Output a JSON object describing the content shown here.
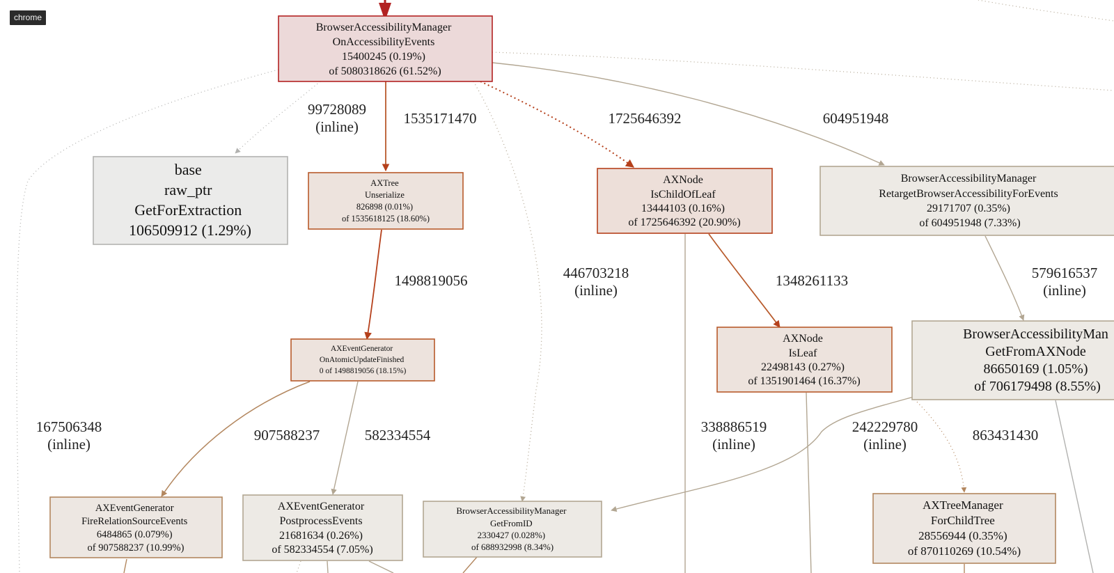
{
  "profile_tag": "chrome",
  "nodes": [
    {
      "id": "bam_onax",
      "lines": [
        "BrowserAccessibilityManager",
        "OnAccessibilityEvents",
        "15400245 (0.19%)",
        "of 5080318626 (61.52%)"
      ],
      "fill": "#ecd9d9",
      "stroke": "#b22222"
    },
    {
      "id": "base_raw_ptr",
      "lines": [
        "base",
        "raw_ptr",
        "GetForExtraction",
        "106509912 (1.29%)"
      ],
      "fill": "#ebebea",
      "stroke": "#b2b2b0"
    },
    {
      "id": "axtree_unser",
      "lines": [
        "AXTree",
        "Unserialize",
        "826898 (0.01%)",
        "of 1535618125 (18.60%)"
      ],
      "fill": "#ede3dd",
      "stroke": "#b85a2b"
    },
    {
      "id": "axnode_ischild",
      "lines": [
        "AXNode",
        "IsChildOfLeaf",
        "13444103 (0.16%)",
        "of 1725646392 (20.90%)"
      ],
      "fill": "#eddfd9",
      "stroke": "#b5401b"
    },
    {
      "id": "bam_retarget",
      "lines": [
        "BrowserAccessibilityManager",
        "RetargetBrowserAccessibilityForEvents",
        "29171707 (0.35%)",
        "of 604951948 (7.33%)"
      ],
      "fill": "#edeae5",
      "stroke": "#b2a692"
    },
    {
      "id": "axeg_onatomic",
      "lines": [
        "AXEventGenerator",
        "OnAtomicUpdateFinished",
        "0 of 1498819056 (18.15%)"
      ],
      "fill": "#ede3dd",
      "stroke": "#b85a2b"
    },
    {
      "id": "axnode_isleaf",
      "lines": [
        "AXNode",
        "IsLeaf",
        "22498143 (0.27%)",
        "of 1351901464 (16.37%)"
      ],
      "fill": "#ede3dd",
      "stroke": "#b85a2b"
    },
    {
      "id": "bam_getfromax",
      "lines": [
        "BrowserAccessibilityMan",
        "GetFromAXNode",
        "86650169 (1.05%)",
        "of 706179498 (8.55%)"
      ],
      "fill": "#edeae5",
      "stroke": "#b2a692"
    },
    {
      "id": "axeg_fire",
      "lines": [
        "AXEventGenerator",
        "FireRelationSourceEvents",
        "6484865 (0.079%)",
        "of 907588237 (10.99%)"
      ],
      "fill": "#ede7e2",
      "stroke": "#b3875f"
    },
    {
      "id": "axeg_post",
      "lines": [
        "AXEventGenerator",
        "PostprocessEvents",
        "21681634 (0.26%)",
        "of 582334554 (7.05%)"
      ],
      "fill": "#edeae5",
      "stroke": "#b2a692"
    },
    {
      "id": "bam_getfromid",
      "lines": [
        "BrowserAccessibilityManager",
        "GetFromID",
        "2330427 (0.028%)",
        "of 688932998 (8.34%)"
      ],
      "fill": "#edeae5",
      "stroke": "#b2a692"
    },
    {
      "id": "axtm_forchild",
      "lines": [
        "AXTreeManager",
        "ForChildTree",
        "28556944 (0.35%)",
        "of 870110269 (10.54%)"
      ],
      "fill": "#ede7e2",
      "stroke": "#b3875f"
    }
  ],
  "edge_labels": [
    {
      "id": "e1",
      "lines": [
        "99728089",
        "(inline)"
      ]
    },
    {
      "id": "e2",
      "lines": [
        "1535171470"
      ]
    },
    {
      "id": "e3",
      "lines": [
        "1725646392"
      ]
    },
    {
      "id": "e4",
      "lines": [
        "604951948"
      ]
    },
    {
      "id": "e5",
      "lines": [
        "1498819056"
      ]
    },
    {
      "id": "e6",
      "lines": [
        "446703218",
        "(inline)"
      ]
    },
    {
      "id": "e7",
      "lines": [
        "1348261133"
      ]
    },
    {
      "id": "e8",
      "lines": [
        "579616537",
        "(inline)"
      ]
    },
    {
      "id": "e9",
      "lines": [
        "167506348",
        "(inline)"
      ]
    },
    {
      "id": "e10",
      "lines": [
        "907588237"
      ]
    },
    {
      "id": "e11",
      "lines": [
        "582334554"
      ]
    },
    {
      "id": "e12",
      "lines": [
        "338886519",
        "(inline)"
      ]
    },
    {
      "id": "e13",
      "lines": [
        "242229780",
        "(inline)"
      ]
    },
    {
      "id": "e14",
      "lines": [
        "863431430"
      ]
    }
  ]
}
